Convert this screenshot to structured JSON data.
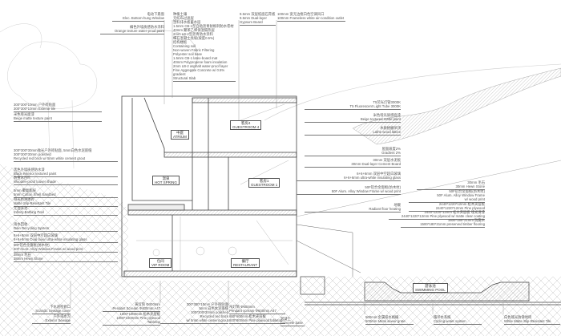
{
  "rooms": {
    "atrium": "中庭\nATRIUM",
    "guestroom4": "客房4\nGUESTROOM 4",
    "hot_spring": "温泉\nHOT SPRING",
    "guestroom1": "客房1\nGUESTROOM 1",
    "vip_room": "包间\nVIP ROOM",
    "restaurant": "餐厅\nRESTAURANT",
    "swimming_pool": "游泳池\nSWIMMING POOL"
  },
  "annotations": {
    "top": [
      "电动下悬窗\nElec. Bottom-hung Window",
      "橘色外墙质感防水涂料\nOrange texture water-proof paint",
      "种植土壤\n无纺布过滤层\n塑料排水板蓄水层\n1.5mm CB-1型自粘沥青耐根刺防水卷材\n40mm 聚苯乙烯保温隔热层\n2mm LB-2型沥青防水涂料\n细石混凝土找坡(坡度0.5%)\n结构楼板\nContaining soil\nNon-woven Fabric Filtering\nPolyester soil base\n1.5mm CB-1 latex-board mat\n40mm Polypropene foam insulation\n2mm LB-2 asphalt water-proof layer\nFine Aggregate Concrete w/ 0.5% gradient\nStructural Slab",
      "9.5mm 双层纸面石膏板\n9.5mm Dual-layer\nGypsum Board",
      "100mm 宽无边框白色空调风口\n100mm Frameless white air-condition outlet"
    ],
    "left": [
      "300*300*10mm 户外砖贴面\n300*300*10mm Exterior tile",
      "米色哑光面漆\nBeige matte texture paint",
      "300*300*30mm抛光户外砖贴面, 5mm白色水泥嵌缝\n300*300*30mm polished\nRecycled red brick w/ 5mm white cement grout",
      "黑色外墙质感防水漆\nBlack exterior textured paint",
      "防虫木百叶\nWooden-proof louver shade",
      "5mm 聚氨酯层\n5mm Cotton Shell Sandbed",
      "哑光防滑地砖\nMatte Slip-Resistant Tile",
      "无边泳池\nInfinity Bathing Pool",
      "雨水回收\nRain Recycling System",
      "8+6+8mm 双层中空超白玻璃\n8+6+8mm Dual layer ultra-white insulating glass",
      "50F铝合金窗框(仿木纹)\n50F Alum. Alloy Window Frame w/ wood print",
      "38mm 毛石\n38mm Hewn Stone"
    ],
    "right": [
      "T5荧光灯管3000K\nT5 Fluorescent Light Tube 3000K",
      "米色哑光质感面漆\nBeige textured matte paint",
      "木质格栅吊顶\nLathe wood lattice",
      "屋面坡度2%\nGradient 2%",
      "30mm 双层水泥板\n30mm Dual-layer Cement Board",
      "6+6+6mm 双层中空超白玻璃\n6+6+6mm ultra-white insulating glass",
      "50F铝合金窗框(仿木纹)\n50F Alum. Alloy Window Frame w/ wood print",
      "地暖\nRadiant floor heating"
    ],
    "right_lower": [
      "30mm 毛石\n30mm Hewn Stone",
      "50F铝合金窗框(仿木纹)\n50F Alum. Alloy Window Frame\nw/ wood print",
      "2440*1220*12mm 松木夹层板\n2440*1220*12mm Pine plywood",
      "2440*1220*12mm 松木夹层板 哑光清漆\n2440*1220*12mm Pine plywood w/ matte clear coating",
      "1500*180*21mm 防腐木\n1500*180*21mm preserved timber flooring"
    ],
    "bottom": [
      "下水道检修口\nScandic Sewage cover",
      "户外排水沟\nExterior Sewage",
      "黄灯筒 Φ400mm\nPendant Scream Φ400mm A47",
      "1000*1000mm 松木夹层板\n1000*1000mm Pine plywood\nTabletop",
      "300*300*10mm 户外砖贴面\n5mm 白色水泥嵌缝\n300*300*30mm polished\nRecycled red brick\nw/ 5mm white cement grout",
      "吊灯筒 Φ600mm\nPendant scream Φ600mm A47",
      "600*600mm 松木夹层板\n600*600mm Pine plywood tabletop",
      "混凝土\nConcrete base",
      "500mm 金属排水格栅\n500mm Metal sewer grate",
      "循环水系统\nCycling water system",
      "白色哑光防滑地砖\nWhite Matte Slip-Resistant Tile"
    ]
  },
  "colors": {
    "line": "#555555",
    "hatch": "#b8b8b8",
    "background": "#ffffff"
  }
}
